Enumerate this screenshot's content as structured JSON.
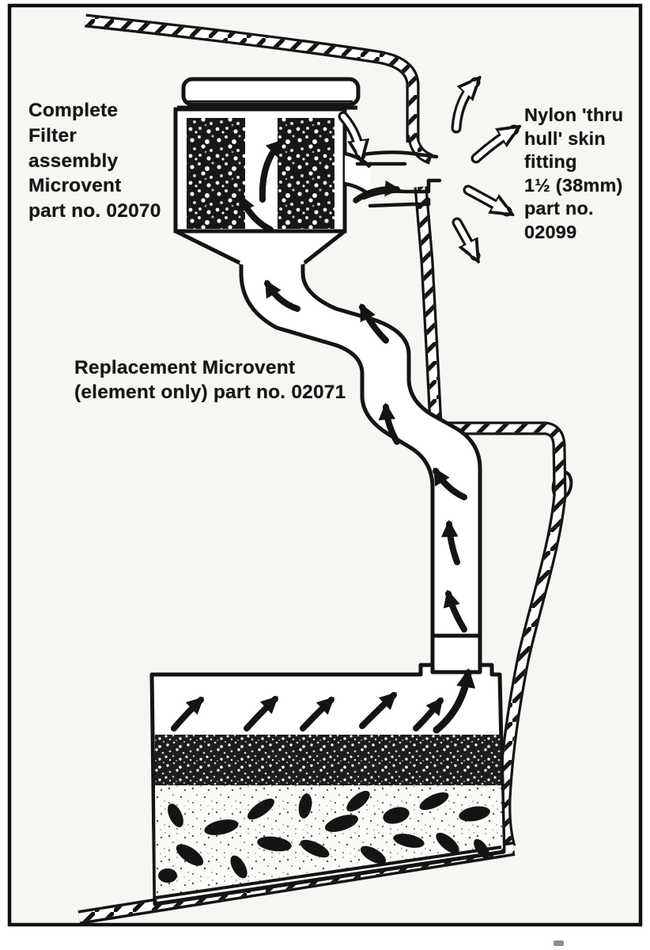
{
  "page": {
    "background": "#ffffff",
    "paper_tint": "#f7f6f3",
    "ink": "#141414"
  },
  "labels": {
    "filter_assembly": {
      "lines": [
        "Complete",
        "Filter",
        "assembly",
        "Microvent",
        "part no. 02070"
      ]
    },
    "replacement_element": {
      "lines": [
        "Replacement Microvent",
        "(element only) part no. 02071"
      ]
    },
    "skin_fitting": {
      "lines": [
        "Nylon 'thru",
        "hull' skin",
        "fitting",
        "1½ (38mm)",
        "part no.",
        "02099"
      ]
    }
  }
}
